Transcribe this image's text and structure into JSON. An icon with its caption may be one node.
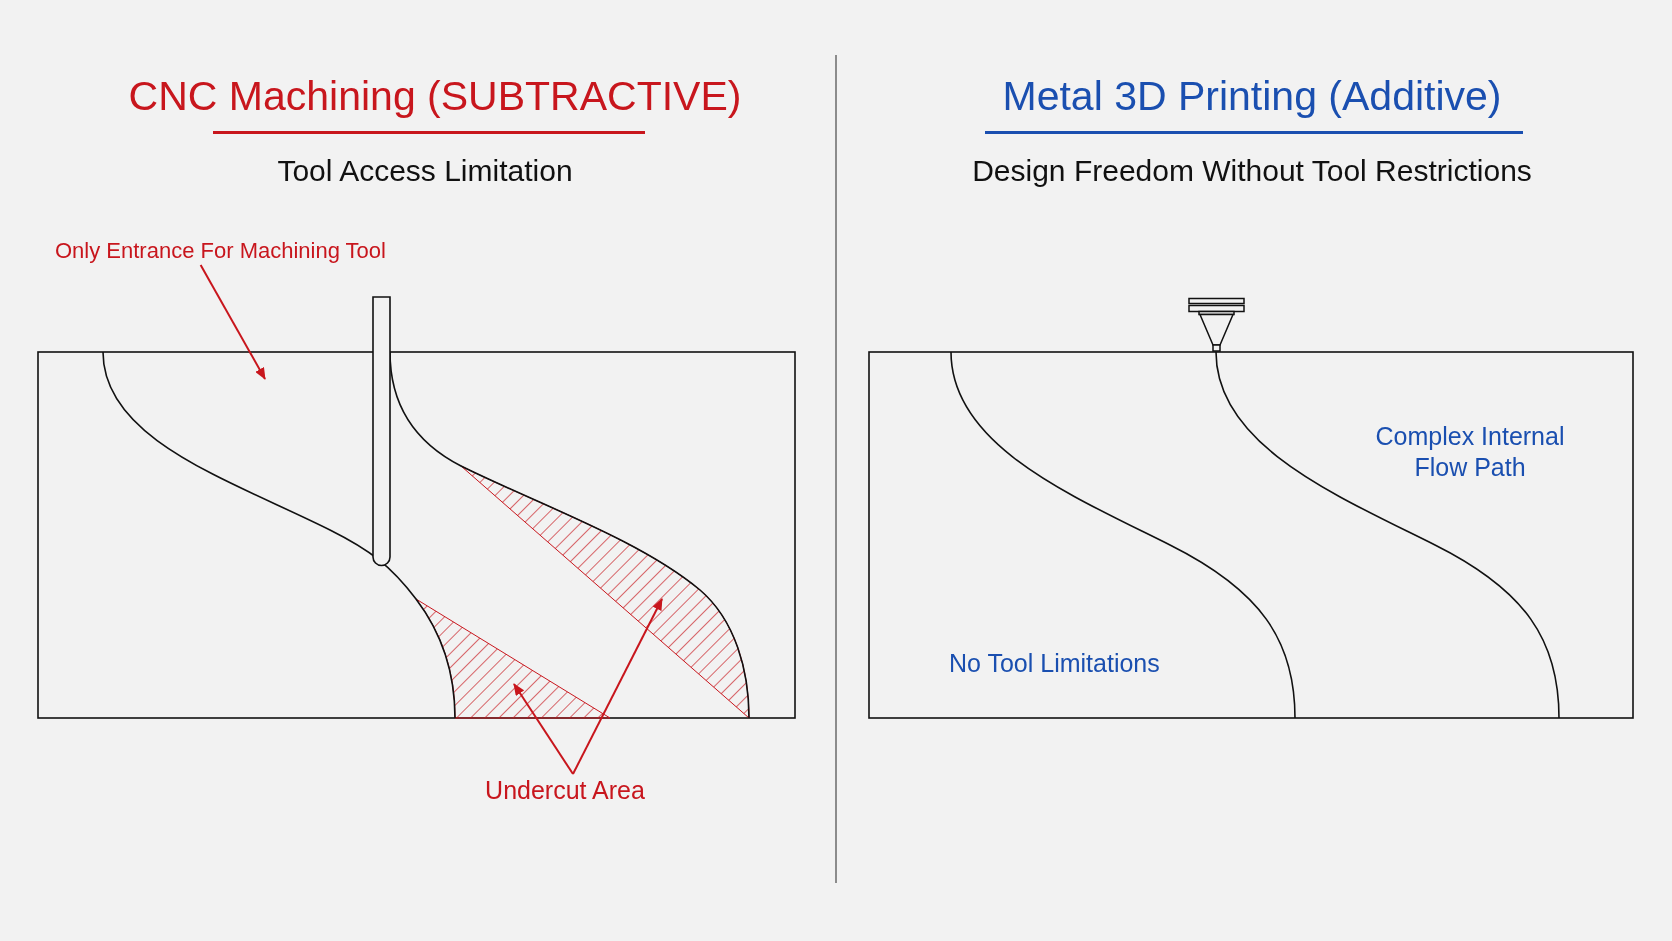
{
  "diagram": {
    "nodes": [
      {
        "text": [
          "Only Entrance For Machining Tool"
        ]
      },
      {
        "text": [
          "Undercut Area"
        ]
      }
    ],
    "edges": [
      {
        "from": 0,
        "to": null,
        "arrow": "to"
      },
      {
        "from": 1,
        "to": null,
        "arrow": "to"
      },
      {
        "from": 1,
        "to": null,
        "arrow": "to"
      }
    ],
    "labels": [
      "CNC Machining (SUBTRACTIVE)",
      "Tool Access Limitation",
      "Metal 3D Printing (Additive)",
      "Design Freedom Without Tool Restrictions",
      "Complex Internal Flow Path",
      "No Tool Limitations"
    ]
  }
}
